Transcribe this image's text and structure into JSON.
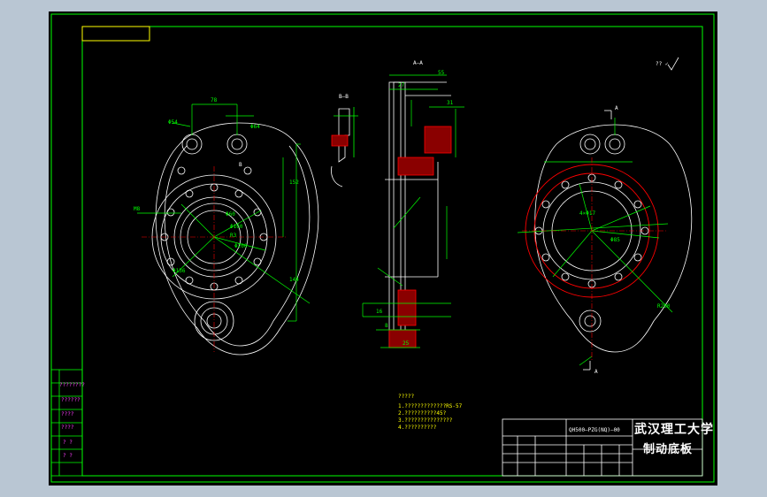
{
  "drawing": {
    "school": "武汉理工大学",
    "part_name": "制动底板",
    "drawing_no": "QH500—PZG(NQ)—00",
    "section_bb": "B—B",
    "section_aa": "A—A",
    "note_heading": "?????",
    "notes": [
      "1.?????????????RS-57",
      "2.??????????45?",
      "3.???????????????",
      "4.??????????"
    ],
    "roughness_symbol": "?? ✓",
    "left_labels": [
      "????????",
      "??????",
      "????",
      "????",
      "? ?",
      "? ?"
    ],
    "dims": [
      "78",
      "Φ54",
      "Φ64",
      "Φ60",
      "M8",
      "R3",
      "Φ200",
      "Φ160",
      "Φ136",
      "4×Φ17",
      "Φ85",
      "152",
      "144",
      "R200",
      "27",
      "55",
      "31",
      "16",
      "8",
      "25",
      "A",
      "B"
    ],
    "colors": {
      "frame": "#00ff00",
      "geometry": "#ffffff",
      "dimensions": "#00ff00",
      "hatch": "#ff0000",
      "center": "#ff0000",
      "text_accent": "#ff40ff",
      "notes": "#ffff00"
    }
  }
}
